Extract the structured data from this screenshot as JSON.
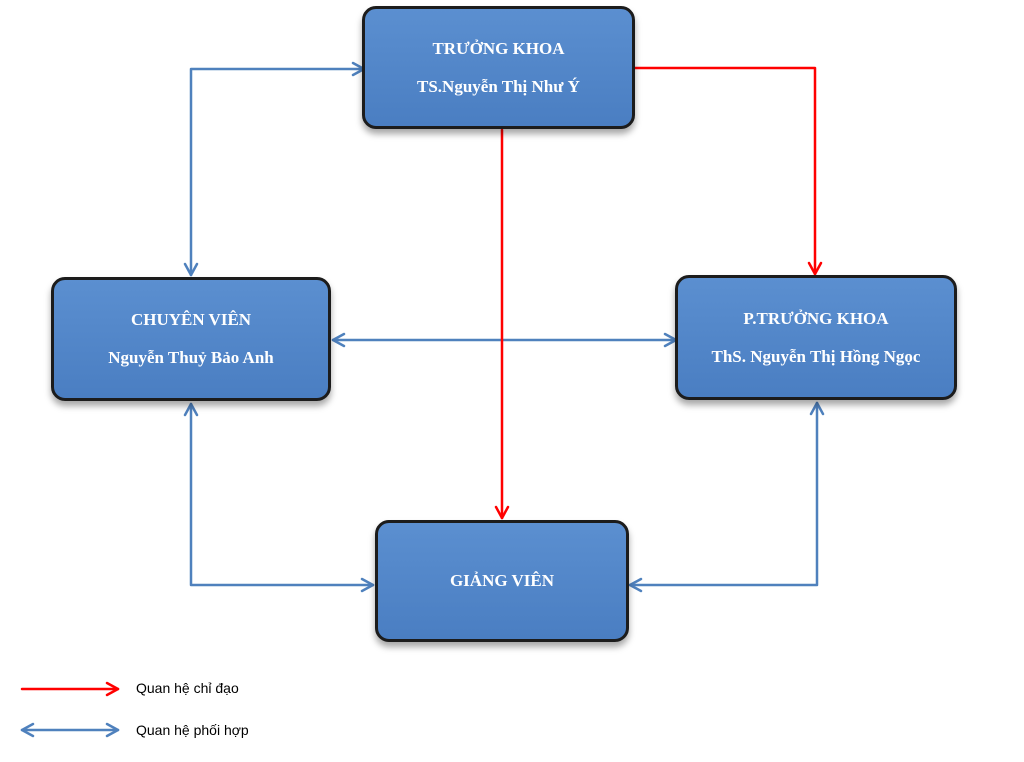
{
  "nodes": {
    "truong_khoa": {
      "title": "TRƯỞNG KHOA",
      "name": "TS.Nguyễn Thị Như Ý"
    },
    "chuyen_vien": {
      "title": "CHUYÊN VIÊN",
      "name": "Nguyễn Thuỷ Bảo Anh"
    },
    "pho_truong_khoa": {
      "title": "P.TRƯỞNG KHOA",
      "name": "ThS. Nguyễn Thị Hồng Ngọc"
    },
    "giang_vien": {
      "title": "GIẢNG VIÊN"
    }
  },
  "edges": [
    {
      "from": "truong_khoa",
      "to": "pho_truong_khoa",
      "relation": "Quan hệ chỉ đạo"
    },
    {
      "from": "truong_khoa",
      "to": "giang_vien",
      "relation": "Quan hệ chỉ đạo"
    },
    {
      "from": "truong_khoa",
      "to": "chuyen_vien",
      "relation": "Quan hệ phối hợp"
    },
    {
      "from": "chuyen_vien",
      "to": "pho_truong_khoa",
      "relation": "Quan hệ phối hợp"
    },
    {
      "from": "chuyen_vien",
      "to": "giang_vien",
      "relation": "Quan hệ phối hợp"
    },
    {
      "from": "pho_truong_khoa",
      "to": "giang_vien",
      "relation": "Quan hệ phối hợp"
    }
  ],
  "legend": {
    "directive": {
      "label": "Quan hệ chỉ đạo",
      "color": "#ff0000"
    },
    "coordination": {
      "label": "Quan hệ phối hợp",
      "color": "#4f81bd"
    }
  },
  "colors": {
    "node_fill": "#4f81bd",
    "node_border": "#1c1c1c",
    "directive_arrow": "#ff0000",
    "coordination_arrow": "#4f81bd"
  }
}
